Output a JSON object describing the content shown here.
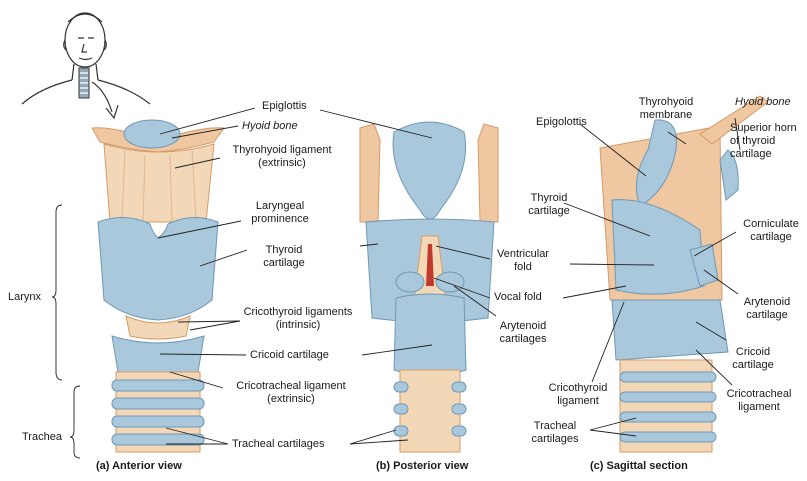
{
  "colors": {
    "cartilage_blue": "#a9c8dc",
    "cartilage_blue_dark": "#6f98b6",
    "bone_tan": "#efc7a0",
    "bone_tan_dark": "#d49a6a",
    "ligament": "#f3d8b8",
    "leader_line": "#222222"
  },
  "panels": {
    "anterior": {
      "caption": "(a) Anterior view",
      "labels": {
        "epiglottis": "Epiglottis",
        "hyoid": "Hyoid bone",
        "thyrohyoid_lig": "Thyrohyoid ligament\n(extrinsic)",
        "laryngeal_prom": "Laryngeal\nprominence",
        "thyroid": "Thyroid\ncartilage",
        "cricothyroid": "Cricothyroid ligaments\n(intrinsic)",
        "cricoid": "Cricoid cartilage",
        "cricotracheal": "Cricotracheal ligament\n(extrinsic)",
        "tracheal_cart": "Tracheal cartilages",
        "larynx": "Larynx",
        "trachea": "Trachea"
      }
    },
    "posterior": {
      "caption": "(b) Posterior view",
      "labels": {
        "ventricular": "Ventricular\nfold",
        "vocal": "Vocal fold",
        "arytenoid": "Arytenoid\ncartilages"
      }
    },
    "sagittal": {
      "caption": "(c) Sagittal section",
      "labels": {
        "epigolottis": "Epigolottis",
        "thyrohyoid_mem": "Thyrohyoid\nmembrane",
        "hyoid": "Hyoid bone",
        "sup_horn": "Superior horn\nof thyroid\ncartilage",
        "thyroid": "Thyroid\ncartilage",
        "corniculate": "Corniculate\ncartilage",
        "arytenoid": "Arytenoid\ncartilage",
        "cricoid": "Cricoid\ncartilage",
        "cricothyroid": "Cricothyroid\nligament",
        "cricotracheal": "Cricotracheal\nligament",
        "tracheal": "Tracheal\ncartilages"
      }
    }
  }
}
